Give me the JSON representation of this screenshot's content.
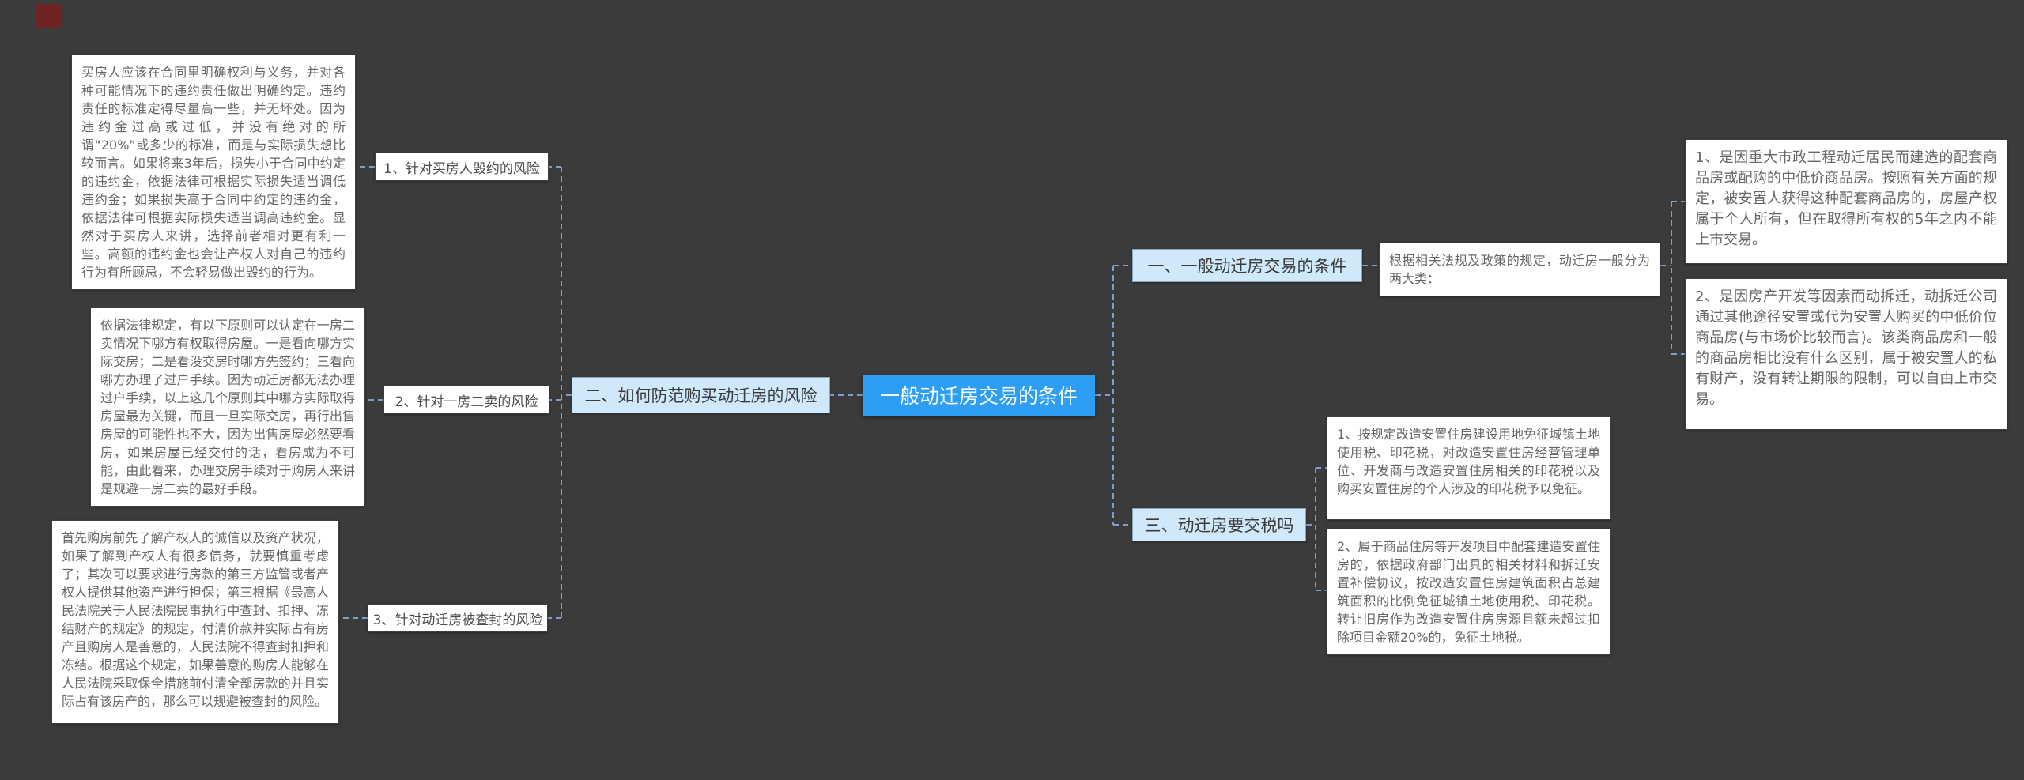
{
  "canvas": {
    "background": "#3b3b3b",
    "accent_blue": "#2d9ef2",
    "branch_bg": "#cfe9fa",
    "line_color": "#7d9ecb"
  },
  "center": {
    "label": "一般动迁房交易的条件"
  },
  "left_branch": {
    "label": "二、如何防范购买动迁房的风险",
    "children": [
      {
        "label": "1、针对买房人毁约的风险",
        "detail": "买房人应该在合同里明确权利与义务，并对各种可能情况下的违约责任做出明确约定。违约责任的标准定得尽量高一些，并无坏处。因为违约金过高或过低，并没有绝对的所谓“20%”或多少的标准，而是与实际损失想比较而言。如果将来3年后，损失小于合同中约定的违约金，依据法律可根据实际损失适当调低违约金；如果损失高于合同中约定的违约金，依据法律可根据实际损失适当调高违约金。显然对于买房人来讲，选择前者相对更有利一些。高额的违约金也会让产权人对自己的违约行为有所顾忌，不会轻易做出毁约的行为。"
      },
      {
        "label": "2、针对一房二卖的风险",
        "detail": "依据法律规定，有以下原则可以认定在一房二卖情况下哪方有权取得房屋。一是看向哪方实际交房；二是看没交房时哪方先签约；三看向哪方办理了过户手续。因为动迁房都无法办理过户手续，以上这几个原则其中哪方实际取得房屋最为关键，而且一旦实际交房，再行出售房屋的可能性也不大，因为出售房屋必然要看房，如果房屋已经交付的话，看房成为不可能，由此看来，办理交房手续对于购房人来讲是规避一房二卖的最好手段。"
      },
      {
        "label": "3、针对动迁房被查封的风险",
        "detail": "首先购房前先了解产权人的诚信以及资产状况，如果了解到产权人有很多债务，就要慎重考虑了；其次可以要求进行房款的第三方监管或者产权人提供其他资产进行担保；第三根据《最高人民法院关于人民法院民事执行中查封、扣押、冻结财产的规定》的规定，付清价款并实际占有房产且购房人是善意的，人民法院不得查封扣押和冻结。根据这个规定，如果善意的购房人能够在人民法院采取保全措施前付清全部房款的并且实际占有该房产的，那么可以规避被查封的风险。"
      }
    ]
  },
  "right_top_branch": {
    "label": "一、一般动迁房交易的条件",
    "note": "根据相关法规及政策的规定，动迁房一般分为两大类：",
    "types": [
      "1、是因重大市政工程动迁居民而建造的配套商品房或配购的中低价商品房。按照有关方面的规定，被安置人获得这种配套商品房的，房屋产权属于个人所有，但在取得所有权的5年之内不能上市交易。",
      "2、是因房产开发等因素而动拆迁，动拆迁公司通过其他途径安置或代为安置人购买的中低价位商品房(与市场价比较而言)。该类商品房和一般的商品房相比没有什么区别，属于被安置人的私有财产，没有转让期限的限制，可以自由上市交易。"
    ]
  },
  "right_bottom_branch": {
    "label": "三、动迁房要交税吗",
    "items": [
      "1、按规定改造安置住房建设用地免征城镇土地使用税、印花税，对改造安置住房经营管理单位、开发商与改造安置住房相关的印花税以及购买安置住房的个人涉及的印花税予以免征。",
      "2、属于商品住房等开发项目中配套建造安置住房的，依据政府部门出具的相关材料和拆迁安置补偿协议，按改造安置住房建筑面积占总建筑面积的比例免征城镇土地使用税、印花税。转让旧房作为改造安置住房房源且额未超过扣除项目金额20%的，免征土地税。"
    ]
  }
}
